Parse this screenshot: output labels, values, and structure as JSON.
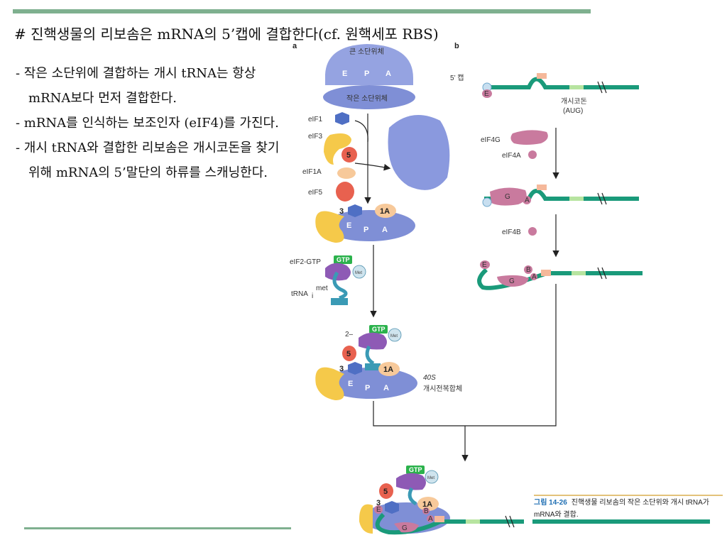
{
  "slide": {
    "title": "# 진핵생물의 리보솜은 mRNA의 5’캡에 결합한다(cf. 원핵세포 RBS)",
    "bullets": [
      "- 작은 소단위에 결합하는 개시 tRNA는 항상 mRNA보다 먼저 결합한다.",
      "- mRNA를 인식하는 보조인자 (eIF4)를 가진다.",
      "-  개시 tRNA와 결합한 리보솜은  개시코돈을  찾기 위해  mRNA의 5’말단의 하류를 스캐닝한다."
    ]
  },
  "figure": {
    "panel_a": "a",
    "panel_b": "b",
    "large_subunit": "큰 소단위체",
    "small_subunit": "작은 소단위체",
    "sites": {
      "e": "E",
      "p": "P",
      "a": "A"
    },
    "factors": {
      "eif1": "eIF1",
      "eif3": "eIF3",
      "eif1a": "eIF1A",
      "eif5": "eIF5",
      "eif2gtp": "eIF2-GTP",
      "trna": "tRNA",
      "trna_sub": "i",
      "trna_sup": "met",
      "eif4g": "eIF4G",
      "eif4a": "eIF4A",
      "eif4b": "eIF4B"
    },
    "glyphs": {
      "five": "5",
      "three": "3",
      "one": "1",
      "one_a": "1A",
      "g": "G",
      "a": "A",
      "b": "B",
      "e": "E"
    },
    "gtp": "GTP",
    "met": "Met",
    "two_dash": "2–",
    "cap_label": "5’ 캡",
    "start_codon_1": "개시코돈",
    "start_codon_2": "(AUG)",
    "complex_1": "40S",
    "complex_2": "개시전복합체",
    "caption_fig": "그림 14-26",
    "caption_text": "진핵생물 리보솜의 작은 소단위와 개시 tRNA가 mRNA와 결합."
  },
  "colors": {
    "rule": "#7fb08f",
    "ribosome": "#7f8fd6",
    "mrna": "#1a9a7a",
    "eif3": "#f5c94a",
    "eif5": "#e8614f",
    "eif4": "#c97a9e",
    "gtp": "#2bb24c",
    "trna": "#3a9ab5",
    "eif2": "#8e5ab5",
    "accent_blue": "#1f6fb3"
  }
}
